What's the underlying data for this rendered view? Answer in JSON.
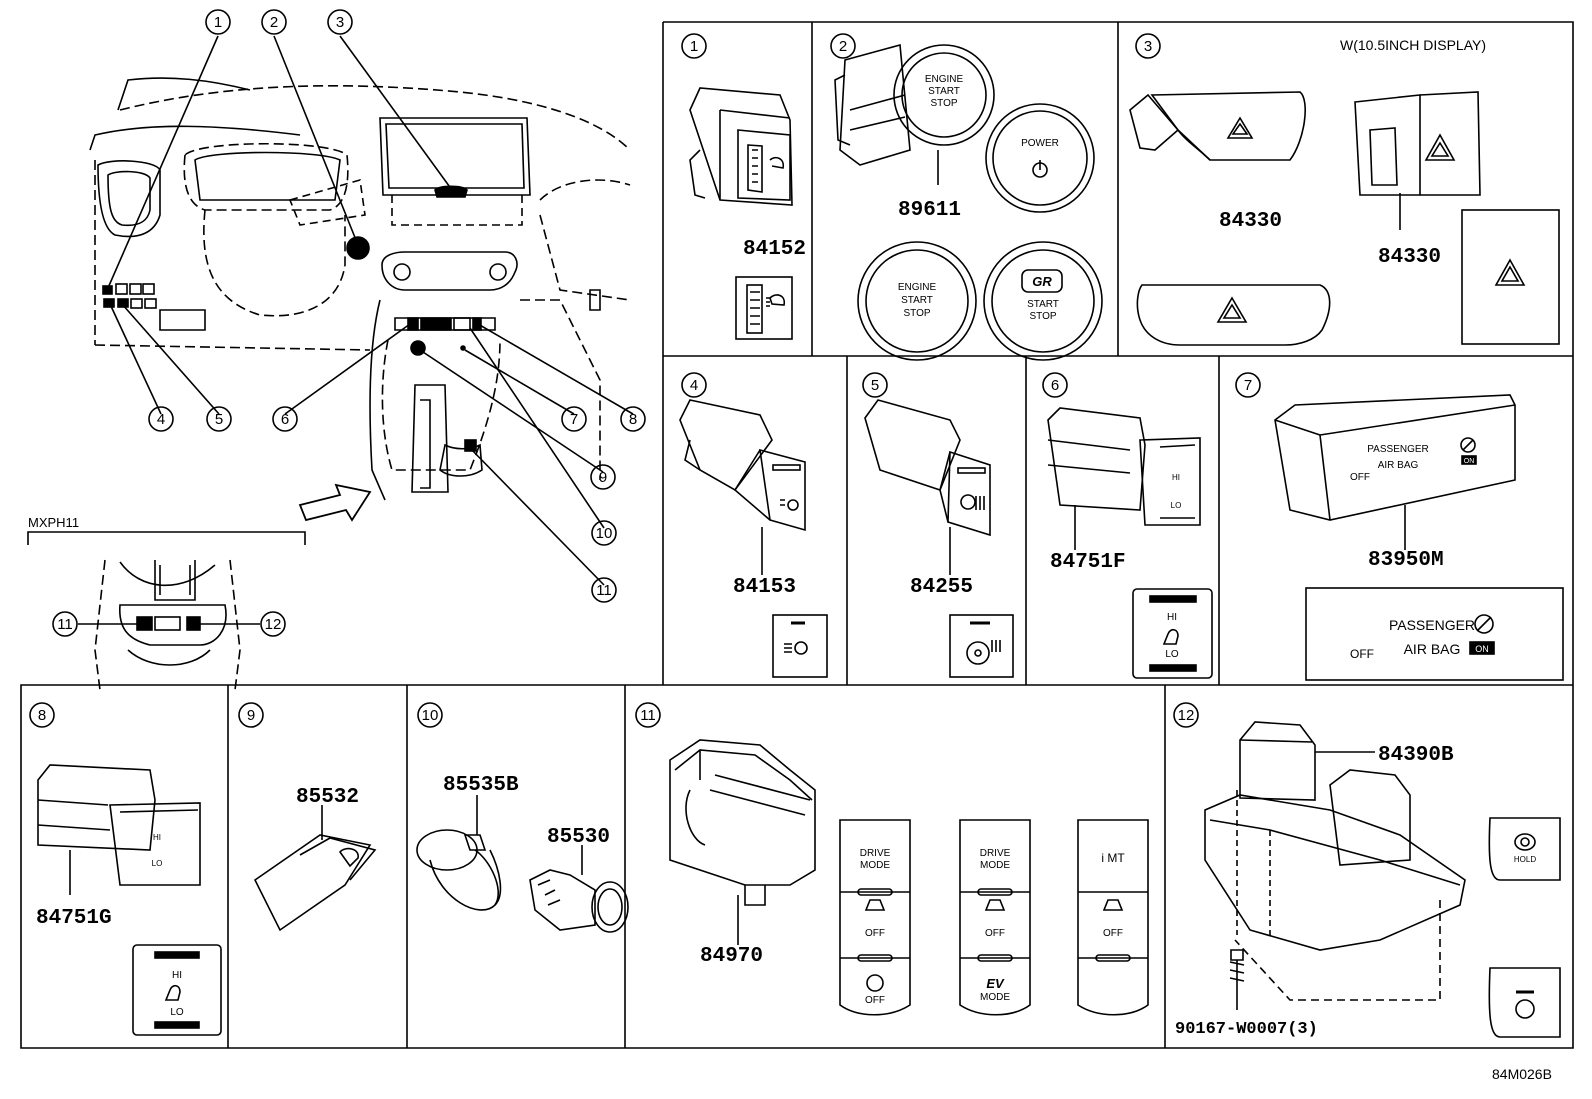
{
  "header": {
    "variant_label": "MXPH11",
    "display_note": "W(10.5INCH DISPLAY)",
    "diagram_id": "84M026B"
  },
  "callouts": [
    "1",
    "2",
    "3",
    "4",
    "5",
    "6",
    "7",
    "8",
    "9",
    "10",
    "11",
    "12"
  ],
  "parts": {
    "p84152": "84152",
    "p89611": "89611",
    "p84330a": "84330",
    "p84330b": "84330",
    "p84153": "84153",
    "p84255": "84255",
    "p84751F": "84751F",
    "p83950M": "83950M",
    "p84751G": "84751G",
    "p85532": "85532",
    "p85535B": "85535B",
    "p85530": "85530",
    "p84970": "84970",
    "p84390B": "84390B",
    "p90167": "90167-W0007(3)"
  },
  "button_text": {
    "engine": "ENGINE",
    "start": "START",
    "stop": "STOP",
    "power": "POWER",
    "passenger": "PASSENGER",
    "airbag": "AIR BAG",
    "off": "OFF",
    "on": "ON",
    "hi": "HI",
    "lo": "LO",
    "drive": "DRIVE",
    "mode": "MODE",
    "ev": "EV",
    "imt": "i MT",
    "hold": "HOLD",
    "gr": "GR"
  }
}
